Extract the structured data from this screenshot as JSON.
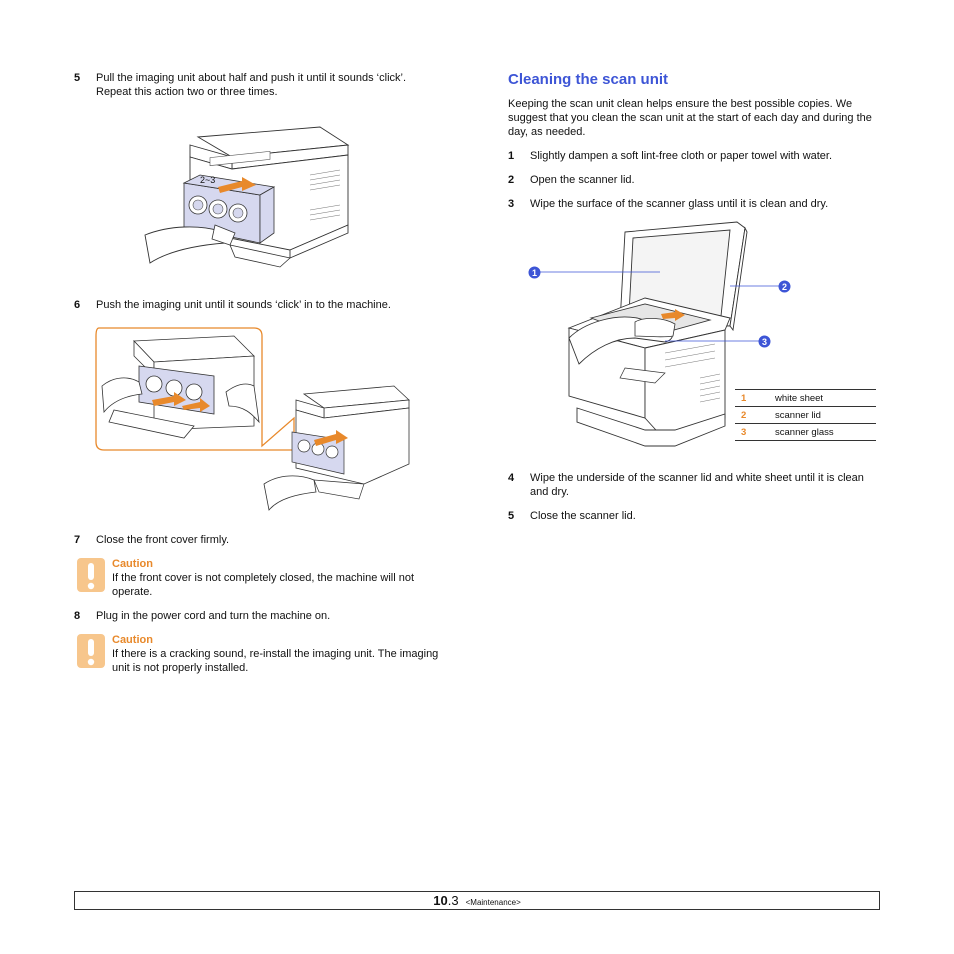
{
  "left_column": {
    "steps": [
      {
        "num": "5",
        "text": "Pull the imaging unit about half and push it until it sounds ‘click’. Repeat this action two or three times."
      },
      {
        "num": "6",
        "text": "Push the imaging unit until it sounds ‘click’ in to the machine."
      },
      {
        "num": "7",
        "text": "Close the front cover firmly."
      },
      {
        "num": "8",
        "text": "Plug in the power cord and turn the machine on."
      }
    ],
    "figure1_label": "2~3",
    "cautions": [
      {
        "title": "Caution",
        "text": "If the front cover is not completely closed, the machine will not operate."
      },
      {
        "title": "Caution",
        "text": "If there is a cracking sound, re-install the imaging unit. The imaging unit is not properly installed."
      }
    ]
  },
  "right_column": {
    "title": "Cleaning the scan unit",
    "intro": "Keeping the scan unit clean helps ensure the best possible copies. We suggest that you clean the scan unit at the start of each day and during the day, as needed.",
    "steps": [
      {
        "num": "1",
        "text": "Slightly dampen a soft lint-free cloth or paper towel with water."
      },
      {
        "num": "2",
        "text": "Open the scanner lid."
      },
      {
        "num": "3",
        "text": "Wipe the surface of the scanner glass until it is clean and dry."
      },
      {
        "num": "4",
        "text": "Wipe the underside of the scanner lid and white sheet until it is clean and dry."
      },
      {
        "num": "5",
        "text": "Close the scanner lid."
      }
    ],
    "callouts": [
      "1",
      "2",
      "3"
    ],
    "legend": [
      {
        "num": "1",
        "label": "white sheet"
      },
      {
        "num": "2",
        "label": "scanner lid"
      },
      {
        "num": "3",
        "label": "scanner glass"
      }
    ]
  },
  "footer": {
    "page_major": "10",
    "page_minor": ".3",
    "chapter": "<Maintenance>"
  },
  "colors": {
    "title_blue": "#3d55d6",
    "caution_orange": "#e8892b",
    "callout_blue": "#3d55d6"
  }
}
